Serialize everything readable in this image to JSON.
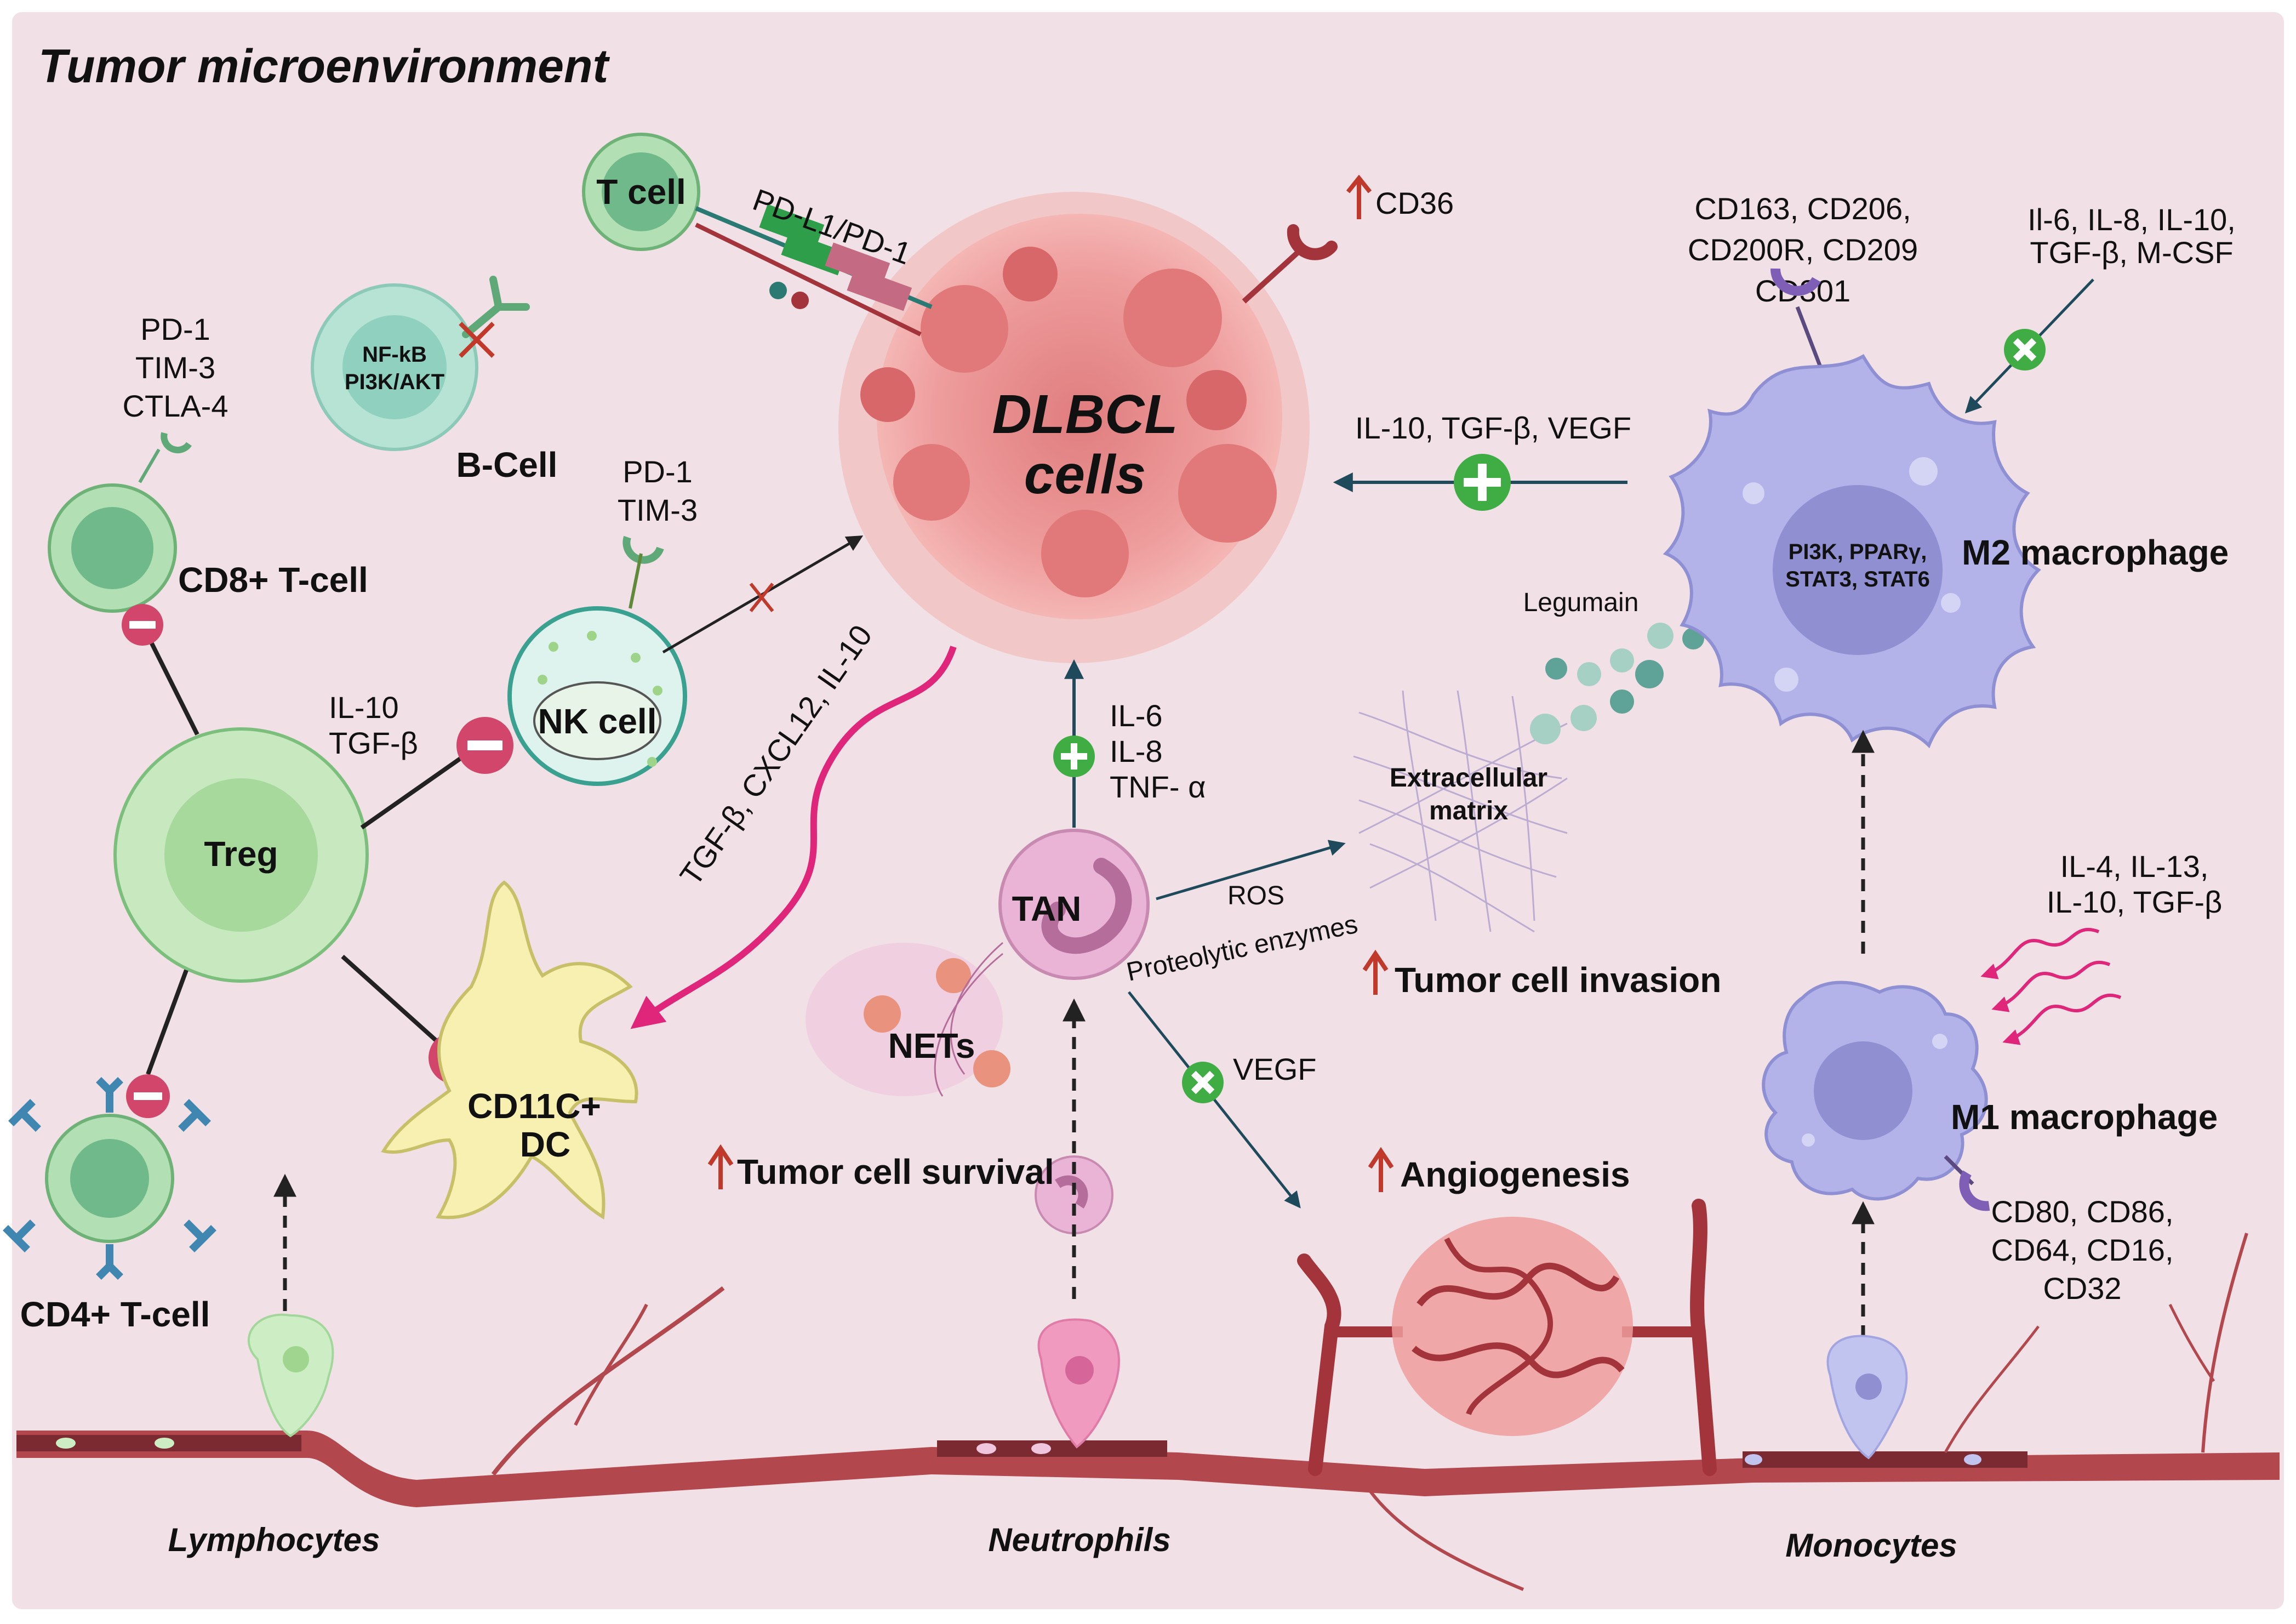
{
  "title": "Tumor microenvironment",
  "cells": {
    "dlbcl": [
      "DLBCL",
      "cells"
    ],
    "t_cell": "T cell",
    "b_cell": "B-Cell",
    "b_cell_pathway": [
      "NF-kB",
      "PI3K/AKT"
    ],
    "cd8": "CD8+ T-cell",
    "treg": "Treg",
    "nk": "NK cell",
    "cd4": "CD4+ T-cell",
    "dc": [
      "CD11C+",
      "DC"
    ],
    "tan": "TAN",
    "nets": "NETs",
    "m2": "M2 macrophage",
    "m2_pathway": [
      "PI3K, PPARγ,",
      "STAT3, STAT6"
    ],
    "m1": "M1 macrophage"
  },
  "markers": {
    "cd8": [
      "PD-1",
      "TIM-3",
      "CTLA-4"
    ],
    "nk": [
      "PD-1",
      "TIM-3"
    ],
    "pdl1": "PD-L1/PD-1",
    "cd36": "CD36",
    "m2_receptors": [
      "CD163, CD206,",
      "CD200R, CD209",
      "CD301"
    ],
    "m1_receptors": [
      "CD80, CD86,",
      "CD64, CD16,",
      "CD32"
    ]
  },
  "signals": {
    "m2_inputs": [
      "Il-6, IL-8, IL-10,",
      "TGF-β, M-CSF"
    ],
    "m2_to_dlbcl": "IL-10, TGF-β, VEGF",
    "treg_to_nk": [
      "IL-10",
      "TGF-β"
    ],
    "dlbcl_to_dc": "TGF-β, CXCL12, IL-10",
    "tan_to_dlbcl": [
      "IL-6",
      "IL-8",
      "TNF- α"
    ],
    "tan_ros": "ROS",
    "tan_enzymes": "Proteolytic enzymes",
    "tan_vegf": "VEGF",
    "m1_inputs": [
      "IL-4, IL-13,",
      "IL-10, TGF-β"
    ],
    "legumain": "Legumain",
    "ecm": [
      "Extracellular",
      "matrix"
    ]
  },
  "outcomes": {
    "invasion": "Tumor cell invasion",
    "survival": "Tumor cell survival",
    "angiogenesis": "Angiogenesis"
  },
  "origins": {
    "lymphocytes": "Lymphocytes",
    "neutrophils": "Neutrophils",
    "monocytes": "Monocytes"
  },
  "colors": {
    "background": "#f1e0e6",
    "tumor": "#ee9c9c",
    "treg": "#c8e9c0",
    "nk": "#def3ee",
    "macrophage": "#b3b3ea",
    "dc": "#f7f0b0",
    "neutrophil": "#e9b4d6",
    "vessel": "#b3474e",
    "plus": "#3fac44",
    "minus": "#d1466a",
    "arrow_dark": "#1f4a5c",
    "arrow_pink": "#e0267a"
  }
}
